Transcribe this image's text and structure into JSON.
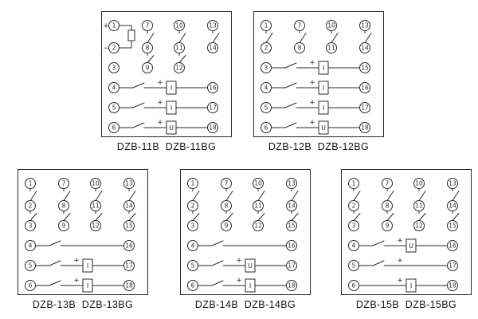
{
  "page": {
    "background": "#ffffff",
    "line_color": "#2a2a2a"
  },
  "panels": [
    {
      "id": "dzb-11b",
      "caption": "DZB-11B  DZB-11BG",
      "power": {
        "resistor": true
      },
      "left_terminals": [
        {
          "n": "1",
          "row": 0,
          "sign": "+"
        },
        {
          "n": "2",
          "row": 1,
          "sign": "−"
        },
        {
          "n": "3",
          "row": 2
        }
      ],
      "left_contacts": [],
      "grid_columns": [
        {
          "col": 1,
          "terminals": [
            "7",
            "8",
            "9"
          ],
          "contacts": [
            [
              0,
              1
            ],
            [
              1,
              2
            ]
          ]
        },
        {
          "col": 2,
          "terminals": [
            "10",
            "11",
            "12"
          ],
          "contacts": [
            [
              0,
              1
            ],
            [
              1,
              2
            ]
          ]
        },
        {
          "col": 3,
          "terminals": [
            "13",
            "14"
          ],
          "contacts": [
            [
              0,
              1
            ]
          ]
        }
      ],
      "circuit_rows": [
        {
          "row": 3,
          "left": "4",
          "right": "16",
          "contact": true,
          "plus": true,
          "coil": "I"
        },
        {
          "row": 4,
          "left": "5",
          "right": "17",
          "contact": true,
          "plus": true,
          "coil": "I"
        },
        {
          "row": 5,
          "left": "6",
          "right": "18",
          "contact": true,
          "plus": true,
          "coil": "U"
        }
      ]
    },
    {
      "id": "dzb-12b",
      "caption": "DZB-12B  DZB-12BG",
      "left_terminals": [
        {
          "n": "1",
          "row": 0
        },
        {
          "n": "2",
          "row": 1
        }
      ],
      "left_contacts": [
        [
          0,
          1
        ]
      ],
      "grid_columns": [
        {
          "col": 1,
          "terminals": [
            "7",
            "8"
          ],
          "contacts": [
            [
              0,
              1
            ]
          ]
        },
        {
          "col": 2,
          "terminals": [
            "10",
            "11"
          ],
          "contacts": [
            [
              0,
              1
            ]
          ]
        },
        {
          "col": 3,
          "terminals": [
            "13",
            "14"
          ],
          "contacts": [
            [
              0,
              1
            ]
          ]
        }
      ],
      "circuit_rows": [
        {
          "row": 2,
          "left": "3",
          "right": "15",
          "contact": true,
          "plus": true,
          "coil": "I"
        },
        {
          "row": 3,
          "left": "4",
          "right": "16",
          "contact": true,
          "plus": true,
          "coil": "I"
        },
        {
          "row": 4,
          "left": "5",
          "right": "17",
          "contact": true,
          "plus": true,
          "coil": "I"
        },
        {
          "row": 5,
          "left": "6",
          "right": "18",
          "contact": true,
          "plus": true,
          "coil": "U"
        }
      ]
    },
    {
      "id": "dzb-13b",
      "caption": "DZB-13B  DZB-13BG",
      "left_terminals": [
        {
          "n": "1",
          "row": 0
        },
        {
          "n": "2",
          "row": 1
        },
        {
          "n": "3",
          "row": 2
        }
      ],
      "left_contacts": [
        [
          0,
          1
        ],
        [
          1,
          2
        ]
      ],
      "grid_columns": [
        {
          "col": 1,
          "terminals": [
            "7",
            "8",
            "9"
          ],
          "contacts": [
            [
              0,
              1
            ],
            [
              1,
              2
            ]
          ]
        },
        {
          "col": 2,
          "terminals": [
            "10",
            "11",
            "12"
          ],
          "contacts": [
            [
              0,
              1
            ],
            [
              1,
              2
            ]
          ]
        },
        {
          "col": 3,
          "terminals": [
            "13",
            "14",
            "15"
          ],
          "contacts": [
            [
              0,
              1
            ],
            [
              1,
              2
            ]
          ]
        }
      ],
      "circuit_rows": [
        {
          "row": 3,
          "left": "4",
          "right": "16",
          "contact": true,
          "plus": false,
          "coil": null
        },
        {
          "row": 4,
          "left": "5",
          "right": "17",
          "contact": true,
          "plus": true,
          "coil": "I"
        },
        {
          "row": 5,
          "left": "6",
          "right": "18",
          "contact": true,
          "plus": true,
          "coil": "I"
        }
      ]
    },
    {
      "id": "dzb-14b",
      "caption": "DZB-14B  DZB-14BG",
      "left_terminals": [
        {
          "n": "1",
          "row": 0
        },
        {
          "n": "2",
          "row": 1
        },
        {
          "n": "3",
          "row": 2
        }
      ],
      "left_contacts": [
        [
          0,
          1
        ],
        [
          1,
          2
        ]
      ],
      "grid_columns": [
        {
          "col": 1,
          "terminals": [
            "7",
            "8",
            "9"
          ],
          "contacts": [
            [
              0,
              1
            ],
            [
              1,
              2
            ]
          ]
        },
        {
          "col": 2,
          "terminals": [
            "10",
            "11",
            "12"
          ],
          "contacts": [
            [
              0,
              1
            ],
            [
              1,
              2
            ]
          ]
        },
        {
          "col": 3,
          "terminals": [
            "13",
            "14",
            "15"
          ],
          "contacts": [
            [
              0,
              1
            ],
            [
              1,
              2
            ]
          ]
        }
      ],
      "circuit_rows": [
        {
          "row": 3,
          "left": "4",
          "right": "16",
          "contact": true,
          "plus": false,
          "coil": null
        },
        {
          "row": 4,
          "left": "5",
          "right": "17",
          "contact": true,
          "plus": true,
          "coil": "U"
        },
        {
          "row": 5,
          "left": "6",
          "right": "18",
          "contact": true,
          "plus": true,
          "coil": "I"
        }
      ]
    },
    {
      "id": "dzb-15b",
      "caption": "DZB-15B  DZB-15BG",
      "left_terminals": [
        {
          "n": "1",
          "row": 0
        },
        {
          "n": "2",
          "row": 1
        },
        {
          "n": "3",
          "row": 2
        }
      ],
      "left_contacts": [
        [
          0,
          1
        ],
        [
          1,
          2
        ]
      ],
      "grid_columns": [
        {
          "col": 1,
          "terminals": [
            "7",
            "8",
            "9"
          ],
          "contacts": [
            [
              0,
              1
            ],
            [
              1,
              2
            ]
          ]
        },
        {
          "col": 2,
          "terminals": [
            "10",
            "11",
            "12"
          ],
          "contacts": [
            [
              0,
              1
            ],
            [
              1,
              2
            ]
          ]
        },
        {
          "col": 3,
          "terminals": [
            "13",
            "14",
            "15"
          ],
          "contacts": [
            [
              0,
              1
            ],
            [
              1,
              2
            ]
          ]
        }
      ],
      "circuit_rows": [
        {
          "row": 3,
          "left": "4",
          "right": "16",
          "contact": true,
          "plus": true,
          "coil": "U"
        },
        {
          "row": 4,
          "left": "5",
          "right": "17",
          "contact": true,
          "plus": true,
          "coil": null
        },
        {
          "row": 5,
          "left": "6",
          "right": "18",
          "contact": false,
          "plus": true,
          "coil": "I"
        }
      ]
    }
  ]
}
